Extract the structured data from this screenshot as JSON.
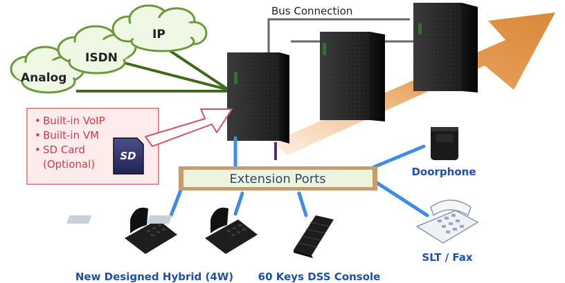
{
  "cloud_labels": {
    "ip": "IP",
    "isdn": "ISDN",
    "analog": "Analog"
  },
  "bus_connection": "Bus Connection",
  "features": [
    "Built-in VoIP",
    "Built-in VM",
    "SD Card",
    "(Optional)"
  ],
  "sd_card_label": "SD",
  "extension_ports": "Extension Ports",
  "devices": {
    "doorphone": "Doorphone",
    "slt_fax": "SLT / Fax",
    "hybrid": "New Designed Hybrid (4W)",
    "dss": "60 Keys DSS Console"
  },
  "colors": {
    "trunk_line": "#3d6b1a",
    "extension_line": "#3c8ce8",
    "device_text": "#1f4fae",
    "feature_text": "#d23c4a",
    "arrow_orange": "#e0964a",
    "ports_border": "#c99a6a",
    "ports_fill": "#eef3de"
  }
}
